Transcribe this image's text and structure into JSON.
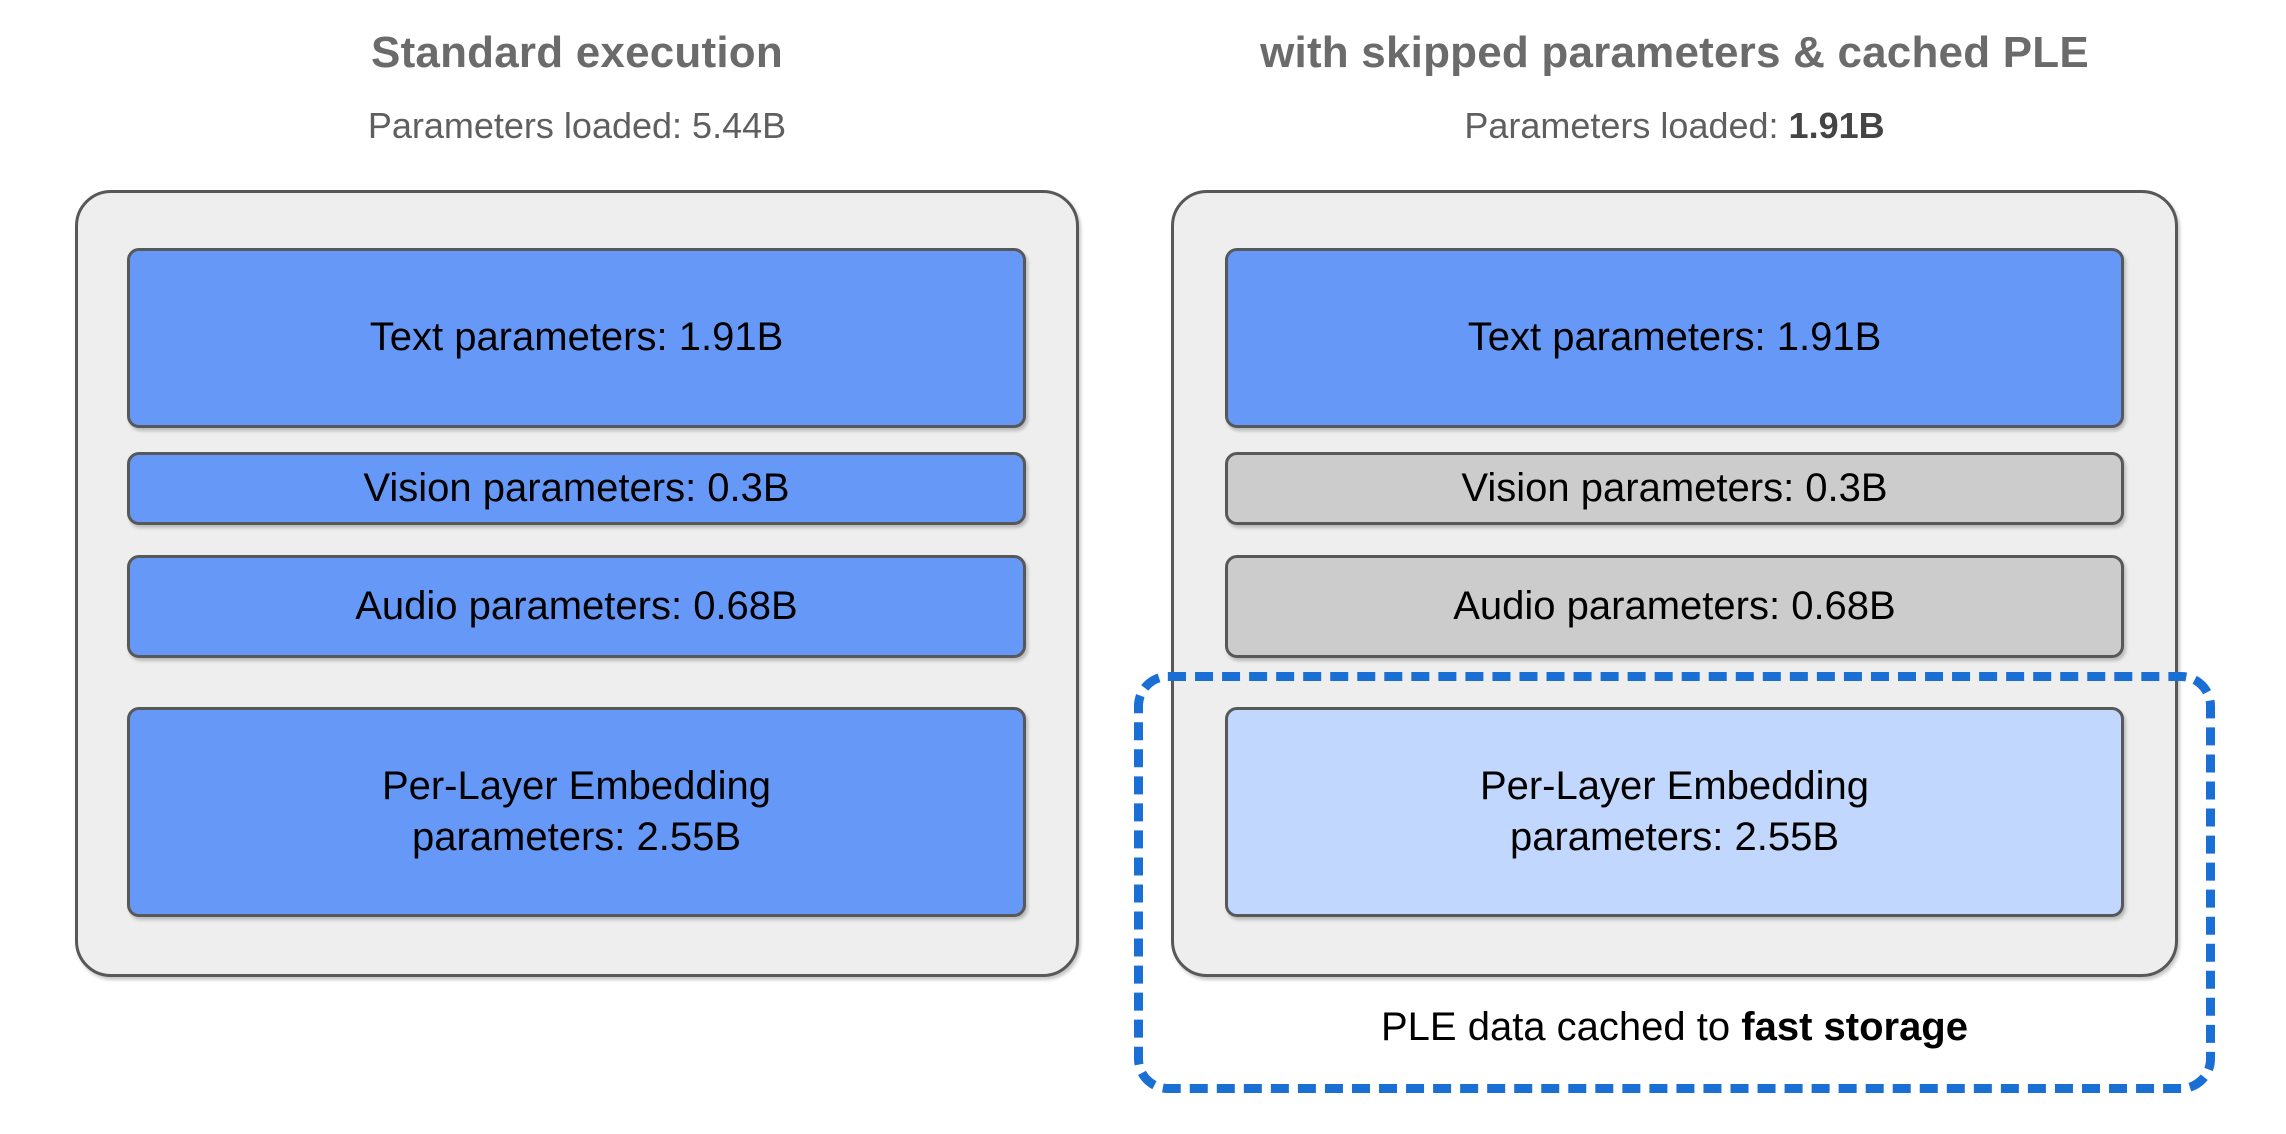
{
  "columns": [
    {
      "key": "standard",
      "title": "Standard execution",
      "subtitle_prefix": "Parameters loaded: ",
      "subtitle_value": "5.44B",
      "subtitle_value_bold": false,
      "blocks": [
        {
          "label": "Text parameters: 1.91B",
          "state": "active",
          "name": "text-parameters"
        },
        {
          "label": "Vision parameters: 0.3B",
          "state": "active",
          "name": "vision-parameters"
        },
        {
          "label": "Audio parameters: 0.68B",
          "state": "active",
          "name": "audio-parameters"
        },
        {
          "label_line1": "Per-Layer Embedding",
          "label_line2": "parameters: 2.55B",
          "state": "active",
          "name": "ple-parameters"
        }
      ]
    },
    {
      "key": "optimized",
      "title": "with skipped parameters & cached PLE",
      "subtitle_prefix": "Parameters loaded: ",
      "subtitle_value": "1.91B",
      "subtitle_value_bold": true,
      "blocks": [
        {
          "label": "Text parameters: 1.91B",
          "state": "active",
          "name": "text-parameters"
        },
        {
          "label": "Vision parameters: 0.3B",
          "state": "skipped",
          "name": "vision-parameters"
        },
        {
          "label": "Audio parameters: 0.68B",
          "state": "skipped",
          "name": "audio-parameters"
        },
        {
          "label_line1": "Per-Layer Embedding",
          "label_line2": "parameters: 2.55B",
          "state": "cached",
          "name": "ple-parameters"
        }
      ],
      "cache_caption_prefix": "PLE data cached to ",
      "cache_caption_strong": "fast storage"
    }
  ],
  "colors": {
    "active_fill": "#6699f7",
    "skipped_fill": "#cccccc",
    "cached_fill": "#c2d7fd",
    "panel_fill": "#eeeeee",
    "stroke": "#57585a",
    "dashed_accent": "#1a6fd4",
    "title_text": "#6b6b6b",
    "body_text": "#000000",
    "background": "#ffffff"
  }
}
